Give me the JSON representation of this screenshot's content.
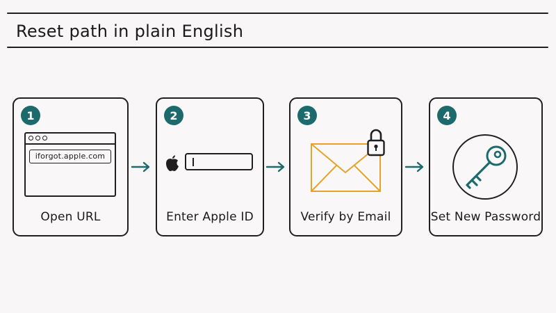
{
  "title": "Reset path in plain English",
  "steps": [
    {
      "number": "1",
      "label": "Open URL",
      "url": "iforgot.apple.com",
      "icon": "browser-window-icon"
    },
    {
      "number": "2",
      "label": "Enter Apple ID",
      "icon": "apple-logo-icon"
    },
    {
      "number": "3",
      "label": "Verify by Email",
      "icon": "envelope-lock-icon"
    },
    {
      "number": "4",
      "label": "Set New Password",
      "icon": "key-icon"
    }
  ],
  "colors": {
    "accent": "#1d6a6c",
    "envelope": "#e2a52a",
    "ink": "#1f1f1f",
    "background": "#f8f6f6"
  }
}
